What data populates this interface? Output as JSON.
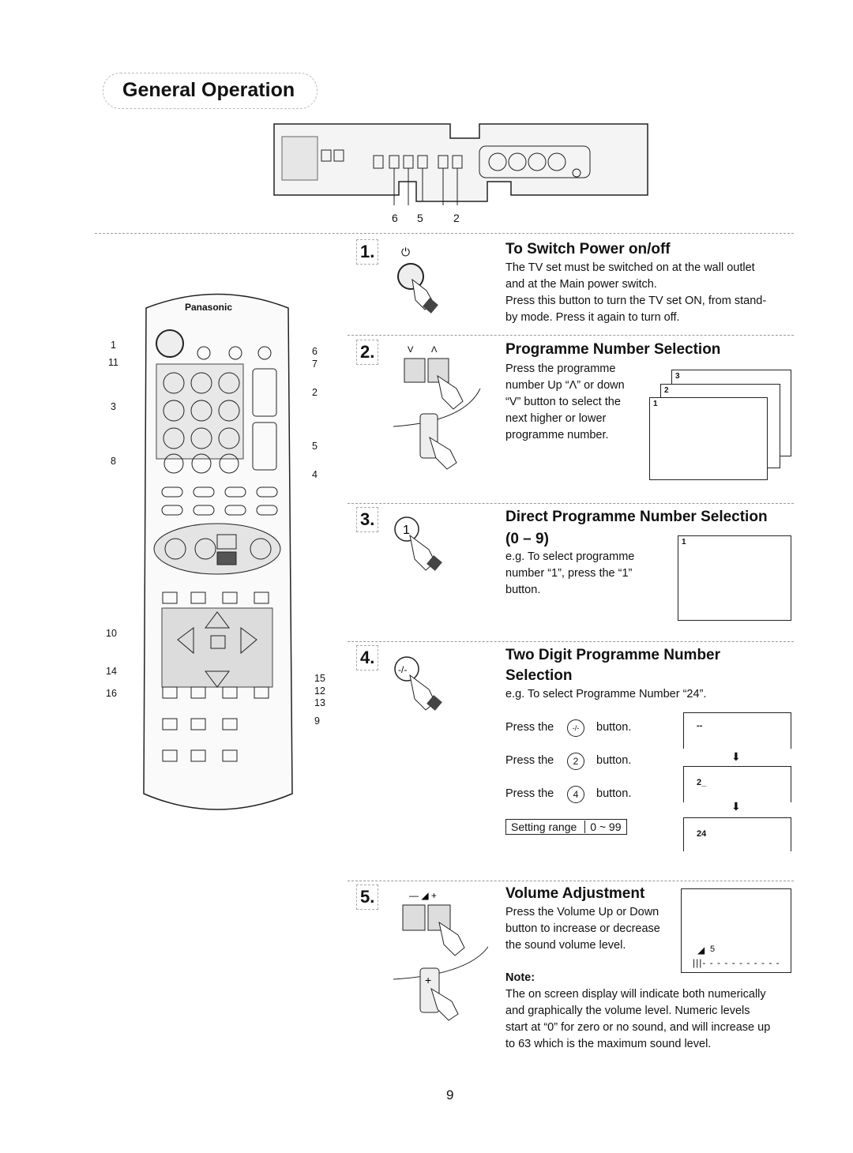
{
  "title": "General Operation",
  "panel_labels": [
    "6",
    "5",
    "2"
  ],
  "remote": {
    "brand": "Panasonic",
    "labels_left": [
      "1",
      "11",
      "3",
      "8",
      "10",
      "14",
      "16"
    ],
    "labels_right": [
      "6",
      "7",
      "2",
      "5",
      "4",
      "15",
      "12",
      "13",
      "9"
    ]
  },
  "sections": [
    {
      "num": "1.",
      "title": "To Switch Power on/off",
      "lines": [
        "The TV set must be switched on at the wall outlet",
        "and at the Main power switch.",
        "Press this button to turn the TV set ON, from stand-",
        "by mode. Press it again to turn off."
      ]
    },
    {
      "num": "2.",
      "title": "Programme Number Selection",
      "lines": [
        "Press the programme",
        "number Up “Λ” or down",
        "“V” button to select the",
        "next higher or lower",
        "programme number."
      ],
      "screens": [
        "3",
        "2",
        "1"
      ]
    },
    {
      "num": "3.",
      "title": "Direct Programme Number Selection",
      "subtitle": "(0 – 9)",
      "lines": [
        "e.g. To select programme",
        "number “1”, press the “1”",
        "button."
      ],
      "screen": "1"
    },
    {
      "num": "4.",
      "title_line1": "Two Digit Programme Number",
      "title_line2": "Selection",
      "example": "e.g. To select Programme Number “24”.",
      "press_the": "Press the",
      "button": "button.",
      "keys": [
        "-/-",
        "2",
        "4"
      ],
      "range_label": "Setting range",
      "range_value": "0 ~ 99",
      "screens": [
        "--",
        "2_",
        "24"
      ]
    },
    {
      "num": "5.",
      "title": "Volume Adjustment",
      "lines": [
        "Press the Volume Up or Down",
        "button to increase or decrease",
        "the sound volume level."
      ],
      "note_label": "Note:",
      "note_lines": [
        "The on screen display will indicate both numerically",
        "and graphically the volume level. Numeric levels",
        "start at “0” for zero or no sound, and will increase up",
        "to 63 which is the maximum sound level."
      ],
      "screen_value": "5"
    }
  ],
  "page_number": "9"
}
